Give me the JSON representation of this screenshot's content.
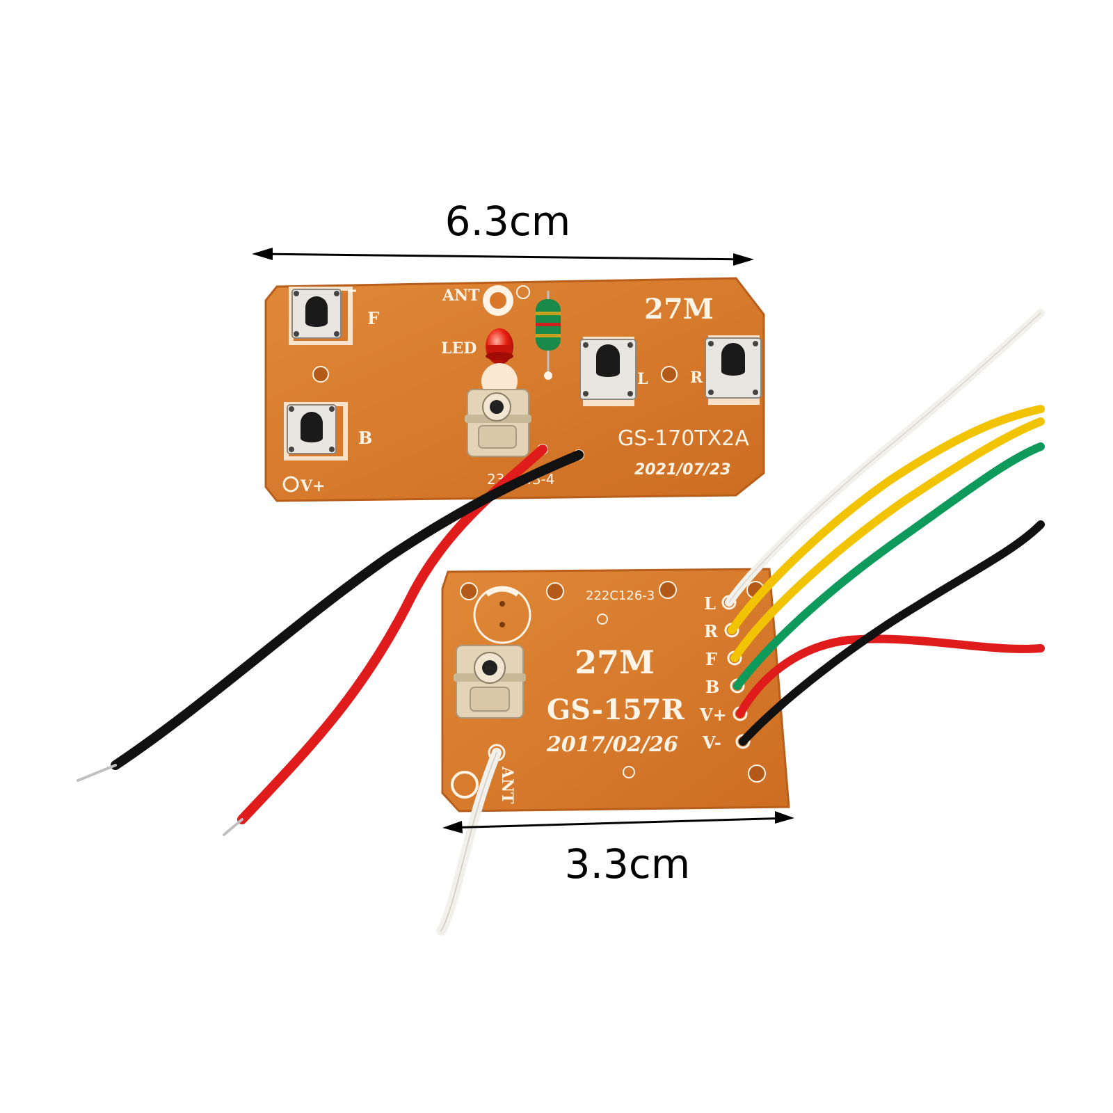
{
  "dimensions": {
    "width_label": "6.3cm",
    "height_label": "3.3cm"
  },
  "transmitter_board": {
    "frequency": "27M",
    "model": "GS-170TX2A",
    "date": "2021/07/23",
    "code": "23C143-4",
    "labels": {
      "ant": "ANT",
      "led": "LED",
      "forward": "F",
      "back": "B",
      "left": "L",
      "right": "R",
      "power": "V+"
    }
  },
  "receiver_board": {
    "frequency": "27M",
    "model": "GS-157R",
    "date": "2017/02/26",
    "code": "222C126-3",
    "antenna": "ANT",
    "pins": [
      "L",
      "R",
      "F",
      "B",
      "V+",
      "V-"
    ]
  },
  "colors": {
    "pcb": "#d9782a",
    "pcb_edge": "#b85e1a",
    "wire_red": "#e01b1b",
    "wire_black": "#111111",
    "wire_white": "#f2f0ea",
    "wire_yellow": "#f2c300",
    "wire_green": "#0e9a5a",
    "button_body": "#e8e6e0",
    "button_cap": "#1a1a1a"
  }
}
